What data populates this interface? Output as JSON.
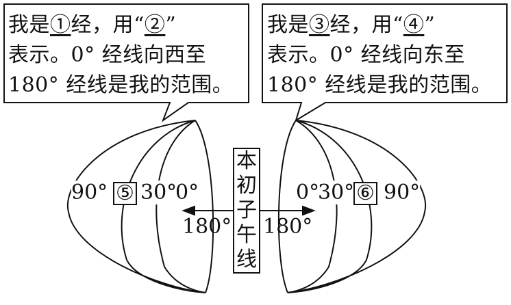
{
  "left_box": {
    "line1_pre": "我是",
    "blank1": "①",
    "line1_mid": "经，用“",
    "blank2": "②",
    "line1_post": "”",
    "line2": "表示。0° 经线向西至",
    "line3": "180° 经线是我的范围。"
  },
  "right_box": {
    "line1_pre": "我是",
    "blank1": "③",
    "line1_mid": "经，用“",
    "blank2": "④",
    "line1_post": "”",
    "line2": "表示。0° 经线向东至",
    "line3": "180° 经线是我的范围。"
  },
  "center_label": [
    "本",
    "初",
    "子",
    "午",
    "线"
  ],
  "left_labels": {
    "deg90": "90°",
    "blank": "⑤",
    "deg30": "30°",
    "deg0": "0°",
    "deg180": "180°"
  },
  "right_labels": {
    "deg0": "0°",
    "deg30": "30°",
    "blank": "⑥",
    "deg90": "90°",
    "deg180": "180°"
  }
}
